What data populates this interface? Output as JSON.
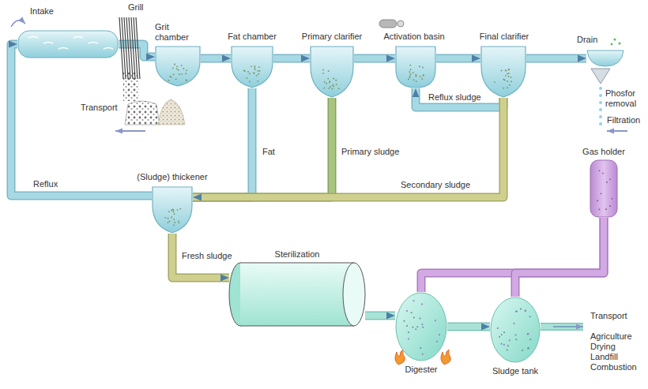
{
  "diagram": {
    "nodes": [
      {
        "text": [
          "Intake"
        ]
      },
      {
        "text": [
          "Grit chamber"
        ]
      },
      {
        "text": [
          "Fat chamber"
        ]
      },
      {
        "text": [
          "Primary clarifier"
        ]
      },
      {
        "text": [
          "Activation basin"
        ]
      },
      {
        "text": [
          "Final clarifier"
        ]
      },
      {
        "text": [
          "Phosfor removal"
        ]
      },
      {
        "text": [
          "Gas holder"
        ]
      },
      {
        "text": [
          "(Sludge) thickener"
        ]
      },
      {
        "text": [
          "Sterilization"
        ]
      },
      {
        "text": [
          "Digester"
        ]
      },
      {
        "text": [
          "Sludge tank"
        ]
      }
    ],
    "edges": [
      {
        "from": 0,
        "to": 1,
        "arrow": "to"
      },
      {
        "from": 1,
        "to": 2,
        "arrow": "to"
      },
      {
        "from": 2,
        "to": 3,
        "arrow": "to"
      },
      {
        "from": 3,
        "to": 4,
        "arrow": "to"
      },
      {
        "from": 4,
        "to": 5,
        "arrow": "to"
      },
      {
        "from": 5,
        "to": 6,
        "arrow": "to"
      },
      {
        "from": 5,
        "to": 4,
        "label": "Reflux sludge",
        "arrow": "to"
      },
      {
        "from": 2,
        "to": 8,
        "label": "Fat",
        "arrow": "to"
      },
      {
        "from": 3,
        "to": 8,
        "label": "Primary sludge",
        "arrow": "to"
      },
      {
        "from": 5,
        "to": 8,
        "label": "Secondary sludge",
        "arrow": "to"
      },
      {
        "from": 8,
        "to": 0,
        "label": "Reflux",
        "arrow": "to"
      },
      {
        "from": 8,
        "to": 9,
        "label": "Fresh sludge",
        "arrow": "to"
      },
      {
        "from": 9,
        "to": 10,
        "arrow": "to"
      },
      {
        "from": 10,
        "to": 11,
        "arrow": "to"
      },
      {
        "from": 10,
        "to": 7,
        "arrow": "none"
      },
      {
        "from": 11,
        "to": 7,
        "arrow": "none"
      }
    ],
    "labels": [
      "Grill",
      "Transport",
      "Drain",
      "Filtration",
      "Transport",
      "Agriculture",
      "Drying",
      "Landfill",
      "Combustion"
    ]
  }
}
